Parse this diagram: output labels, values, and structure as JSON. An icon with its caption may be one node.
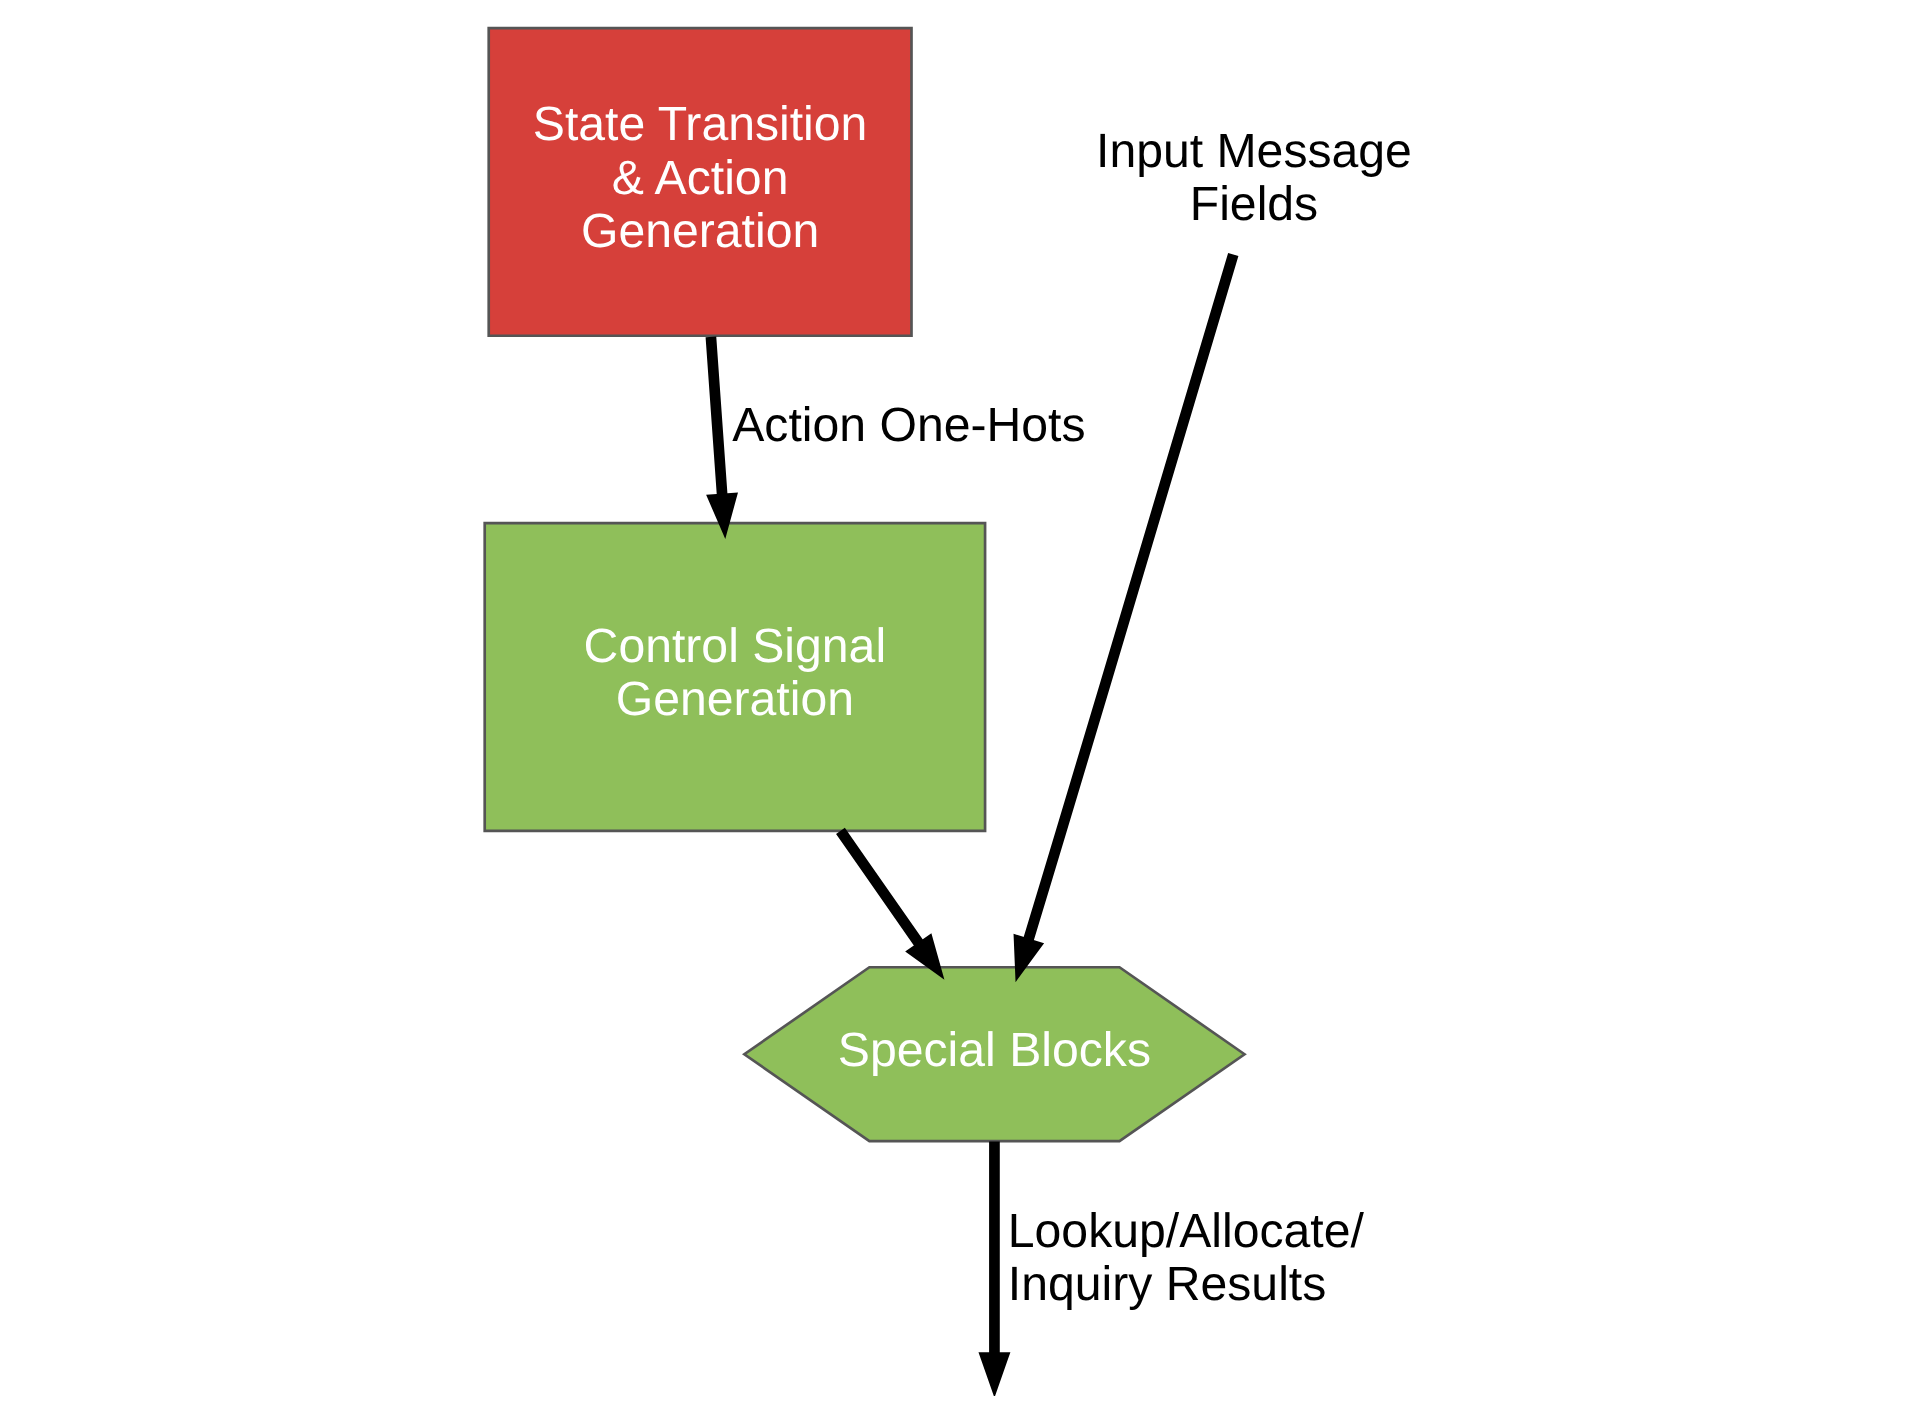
{
  "diagram": {
    "nodes": [
      {
        "text": [
          "State Transition & Action Generation"
        ]
      },
      {
        "text": [
          "Control Signal Generation"
        ]
      },
      {
        "text": [
          "Input Message Fields"
        ]
      },
      {
        "text": [
          "Special Blocks"
        ]
      }
    ],
    "edges": [
      {
        "from": 0,
        "to": 1,
        "arrow": "to",
        "label": "Action One-Hots"
      },
      {
        "from": 1,
        "to": 3,
        "arrow": "to"
      },
      {
        "from": 2,
        "to": 3,
        "arrow": "to"
      },
      {
        "from": 3,
        "to": null,
        "arrow": "to",
        "label": "Lookup/Allocate/ Inquiry Results"
      }
    ]
  }
}
